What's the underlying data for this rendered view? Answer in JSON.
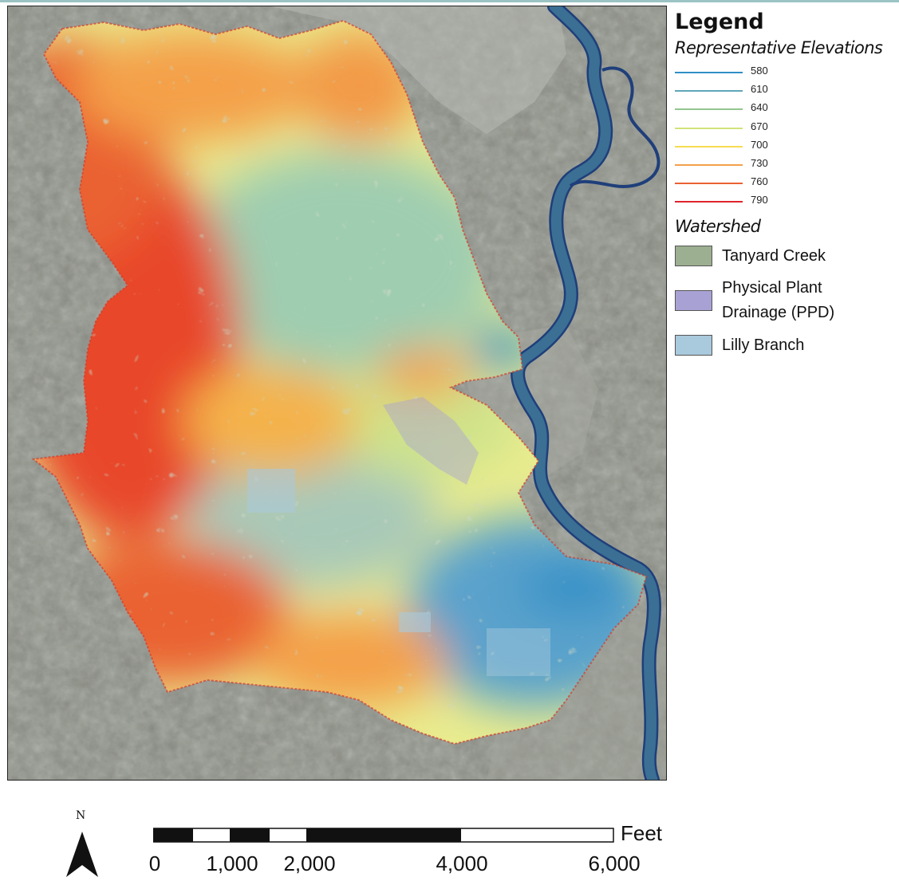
{
  "legend": {
    "title": "Legend",
    "elevations_heading": "Representative Elevations",
    "elevations": [
      {
        "label": "580",
        "color": "#2f8fc6"
      },
      {
        "label": "610",
        "color": "#5fa6b8"
      },
      {
        "label": "640",
        "color": "#93c58f"
      },
      {
        "label": "670",
        "color": "#d3e27a"
      },
      {
        "label": "700",
        "color": "#f7dc51"
      },
      {
        "label": "730",
        "color": "#f4a04a"
      },
      {
        "label": "760",
        "color": "#ea6231"
      },
      {
        "label": "790",
        "color": "#e0232a"
      }
    ],
    "watershed_heading": "Watershed",
    "watersheds": [
      {
        "label": "Tanyard Creek",
        "color": "#9caf90"
      },
      {
        "label": "Physical Plant Drainage (PPD)",
        "color": "#a8a2d4"
      },
      {
        "label": "Lilly Branch",
        "color": "#a9c9dc"
      }
    ]
  },
  "north_arrow": {
    "label": "N"
  },
  "scale_bar": {
    "unit": "Feet",
    "ticks": [
      "0",
      "1,000",
      "2,000",
      "4,000",
      "6,000"
    ]
  },
  "colors": {
    "river": "#3b6f94",
    "river_edge": "#1f3f7a",
    "imagery": "#8c8f86"
  }
}
